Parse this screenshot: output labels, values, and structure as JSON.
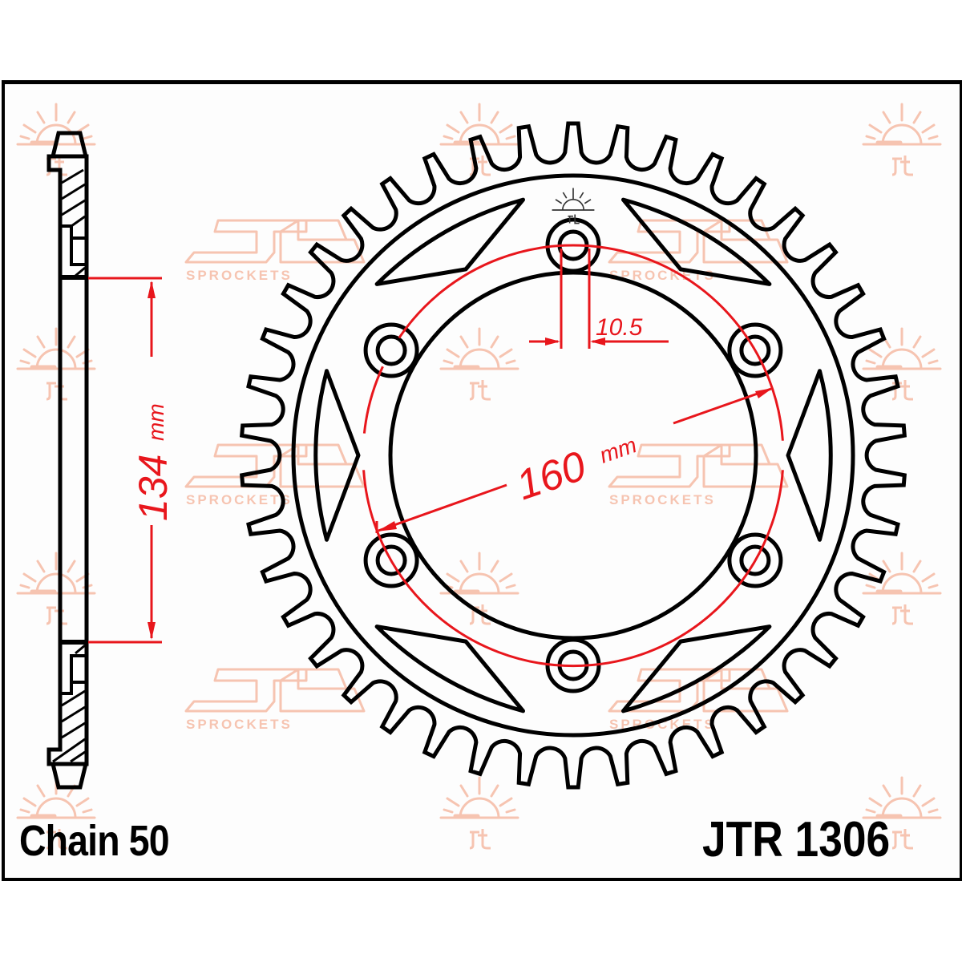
{
  "drawing": {
    "chain_label": "Chain 50",
    "part_number": "JTR 1306",
    "dimensions": {
      "pcd": {
        "value": "160",
        "unit": "mm"
      },
      "hub_height": {
        "value": "134",
        "unit": "mm"
      },
      "bolt_hole": {
        "value": "10.5"
      }
    },
    "watermark": {
      "brand_text": "SPROCKETS",
      "logo_icon": "jt-logo-icon",
      "sun_icon": "jt-sun-icon"
    },
    "colors": {
      "line": "#000000",
      "dimension": "#e8161c",
      "watermark": "#f6c1ad"
    },
    "sprocket": {
      "teeth": 42,
      "bolt_holes": 6,
      "lightening_holes": 6
    }
  }
}
